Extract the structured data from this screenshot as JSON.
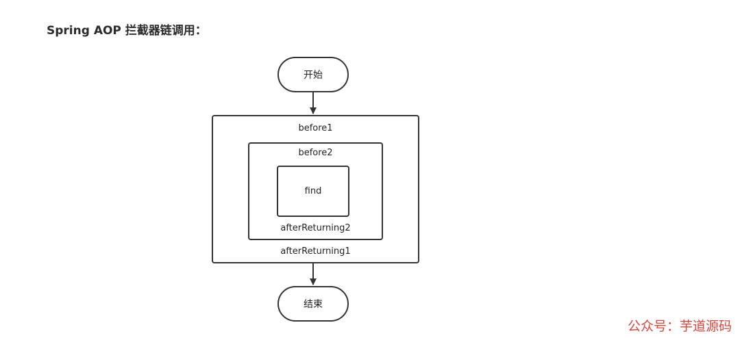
{
  "heading": "Spring AOP 拦截器链调用：",
  "nodes": {
    "start": "开始",
    "outer_before": "before1",
    "inner_before": "before2",
    "core": "find",
    "inner_after": "afterReturning2",
    "outer_after": "afterReturning1",
    "end": "结束"
  },
  "watermark": "公众号：芋道源码",
  "colors": {
    "stroke": "#333333",
    "watermark": "#d9463a"
  }
}
